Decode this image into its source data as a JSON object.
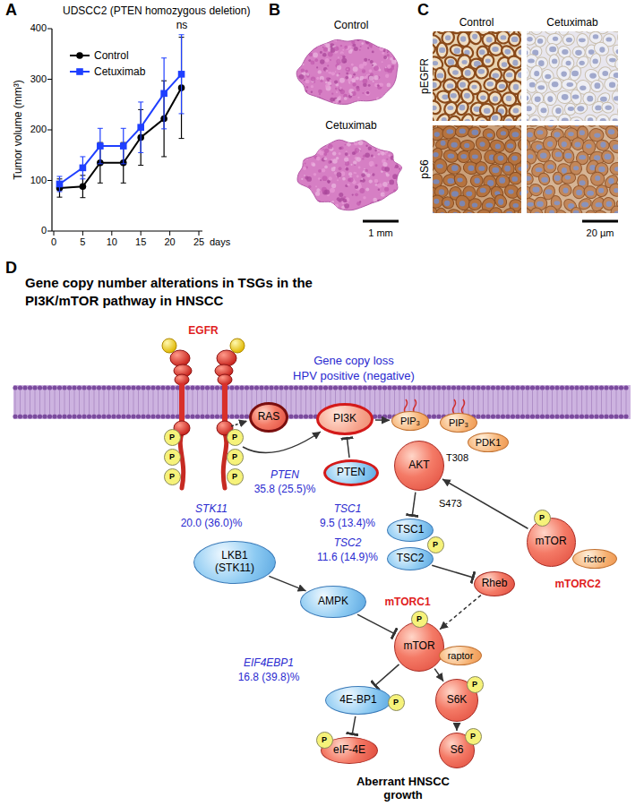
{
  "diagram": {
    "nodes": [
      {
        "text": [
          "P"
        ]
      },
      {
        "text": [
          "P"
        ]
      },
      {
        "text": [
          "P"
        ]
      },
      {
        "text": [
          "P"
        ]
      },
      {
        "text": [
          "P"
        ]
      },
      {
        "text": [
          "P"
        ]
      },
      {
        "text": [
          "RAS"
        ]
      },
      {
        "text": [
          "PI3K"
        ]
      },
      {
        "text": [
          "PIP₃"
        ]
      },
      {
        "text": [
          "PIP₃"
        ]
      },
      {
        "text": [
          "PDK1"
        ]
      },
      {
        "text": [
          "AKT"
        ]
      },
      {
        "text": [
          "PTEN"
        ]
      },
      {
        "text": [
          "TSC1"
        ]
      },
      {
        "text": [
          "TSC2"
        ]
      },
      {
        "text": [
          "P"
        ]
      },
      {
        "text": [
          "LKB1 (STK11)"
        ]
      },
      {
        "text": [
          "mTOR"
        ]
      },
      {
        "text": [
          "P"
        ]
      },
      {
        "text": [
          "rictor"
        ]
      },
      {
        "text": [
          "Rheb"
        ]
      },
      {
        "text": [
          "AMPK"
        ]
      },
      {
        "text": [
          "mTOR"
        ]
      },
      {
        "text": [
          "P"
        ]
      },
      {
        "text": [
          "raptor"
        ]
      },
      {
        "text": [
          "4E-BP1"
        ]
      },
      {
        "text": [
          "P"
        ]
      },
      {
        "text": [
          "S6K"
        ]
      },
      {
        "text": [
          "P"
        ]
      },
      {
        "text": [
          "eIF-4E"
        ]
      },
      {
        "text": [
          "P"
        ]
      },
      {
        "text": [
          "S6"
        ]
      },
      {
        "text": [
          "P"
        ]
      }
    ],
    "edges": [
      {
        "from": 7,
        "to": 8,
        "arrow": "to"
      },
      {
        "from": 12,
        "to": 7,
        "arrow": "to"
      },
      {
        "from": 11,
        "to": 13,
        "arrow": "to"
      },
      {
        "from": 14,
        "to": 20,
        "arrow": "to"
      },
      {
        "from": 20,
        "to": 22,
        "arrow": "to"
      },
      {
        "from": 17,
        "to": 11,
        "arrow": "to"
      },
      {
        "from": 16,
        "to": 21,
        "arrow": "to"
      },
      {
        "from": 21,
        "to": 22,
        "arrow": "to"
      },
      {
        "from": 22,
        "to": 25,
        "arrow": "to"
      },
      {
        "from": 22,
        "to": 27,
        "arrow": "to"
      },
      {
        "from": 25,
        "to": 29,
        "arrow": "to"
      },
      {
        "from": 27,
        "to": 31,
        "arrow": "to"
      }
    ],
    "labels": [
      "A",
      "UDSCC2 (PTEN homozygous deletion)",
      "Tumor volume (mm³)",
      "400",
      "300",
      "200",
      "100",
      "0",
      "0",
      "5",
      "10",
      "15",
      "20",
      "25",
      "days",
      "ns",
      "B",
      "Control",
      "Cetuximab",
      "1 mm",
      "C",
      "Control",
      "Cetuximab",
      "pEGFR",
      "pS6",
      "20 µm",
      "D",
      "Gene copy number alterations in TSGs in the PI3K/mTOR pathway in HNSCC",
      "EGFR",
      "Gene copy loss",
      "HPV positive (negative)",
      "PTEN",
      "35.8 (25.5)%",
      "STK11",
      "20.0 (36.0)%",
      "TSC1",
      "9.5 (13.4)%",
      "TSC2",
      "11.6 (14.9)%",
      "T308",
      "S473",
      "EIF4EBP1",
      "16.8 (39.8)%",
      "mTORC1",
      "mTORC2",
      "Aberrant HNSCC growth"
    ],
    "legend": [
      {
        "text": "Control"
      },
      {
        "text": "Cetuximab"
      }
    ]
  }
}
